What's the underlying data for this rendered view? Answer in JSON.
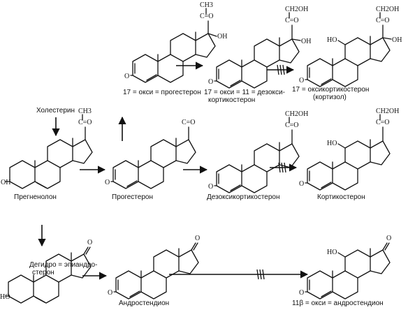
{
  "atoms": {
    "ch3": "CH3",
    "c_eq_o": "C=O",
    "ch2oh": "CH2OH",
    "oh": "OH",
    "ho": "HO",
    "o": "O"
  },
  "molecules": [
    {
      "id": "cholesterol",
      "label": "Холестерин"
    },
    {
      "id": "pregnenolone",
      "label": "Прегненолон"
    },
    {
      "id": "progesterone",
      "label": "Прогестерон"
    },
    {
      "id": "deoxycorticosterone",
      "label": "Дезоксикортикостерон"
    },
    {
      "id": "corticosterone",
      "label": "Кортикостерон"
    },
    {
      "id": "hydroxyprogesterone",
      "label": "17 = окси = прогестерон"
    },
    {
      "id": "deoxycortisol",
      "label_line1": "17 = окси = 11 = дезокси-",
      "label_line2": "кортикостерон"
    },
    {
      "id": "cortisol",
      "label_line1": "17 = оксикортикостерон",
      "label_line2": "(кортизол)"
    },
    {
      "id": "dhea",
      "label_line1": "Дегидро = эпиандро-",
      "label_line2": "стерон"
    },
    {
      "id": "androstenedione",
      "label": "Андростендион"
    },
    {
      "id": "hydroxyandrostenedione",
      "label": "11β = окси = андростендион"
    }
  ]
}
